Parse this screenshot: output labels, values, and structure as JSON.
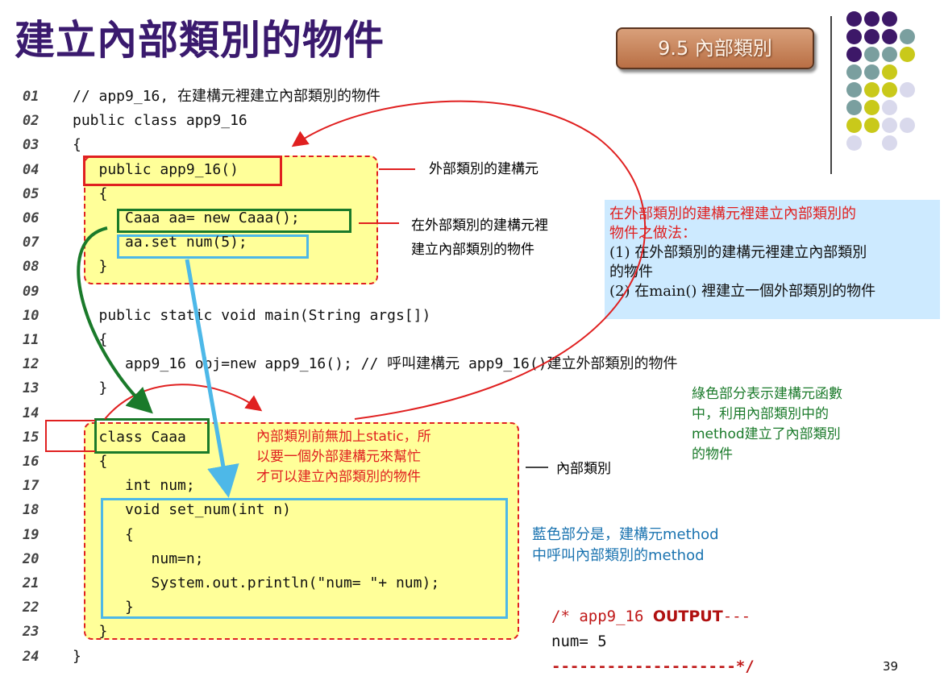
{
  "title": "建立內部類別的物件",
  "section_button": "9.5  內部類別",
  "page_number": "39",
  "colors": {
    "title": "#3a1a6e",
    "highlight_red": "#e02020",
    "highlight_green": "#1a7a2a",
    "highlight_blue": "#4db8e8",
    "code_bg": "#ffff99",
    "note_bg": "#cdeaff"
  },
  "code": {
    "lines": [
      {
        "num": "01",
        "text": "// app9_16, 在建構元裡建立內部類別的物件"
      },
      {
        "num": "02",
        "text": "public class app9_16"
      },
      {
        "num": "03",
        "text": "{"
      },
      {
        "num": "04",
        "text": "   public app9_16()"
      },
      {
        "num": "05",
        "text": "   {"
      },
      {
        "num": "06",
        "text": "      Caaa aa= new Caaa();"
      },
      {
        "num": "07",
        "text": "      aa.set num(5);"
      },
      {
        "num": "08",
        "text": "   }"
      },
      {
        "num": "09",
        "text": ""
      },
      {
        "num": "10",
        "text": "   public static void main(String args[])"
      },
      {
        "num": "11",
        "text": "   {"
      },
      {
        "num": "12",
        "text": "      app9_16 obj=new app9_16(); // 呼叫建構元 app9_16()建立外部類別的物件"
      },
      {
        "num": "13",
        "text": "   }"
      },
      {
        "num": "14",
        "text": ""
      },
      {
        "num": "15",
        "text": "   class Caaa"
      },
      {
        "num": "16",
        "text": "   {"
      },
      {
        "num": "17",
        "text": "      int num;"
      },
      {
        "num": "18",
        "text": "      void set_num(int n)"
      },
      {
        "num": "19",
        "text": "      {"
      },
      {
        "num": "20",
        "text": "         num=n;"
      },
      {
        "num": "21",
        "text": "         System.out.println(\"num= \"+ num);"
      },
      {
        "num": "22",
        "text": "      }"
      },
      {
        "num": "23",
        "text": "   }"
      },
      {
        "num": "24",
        "text": "}"
      }
    ]
  },
  "annotations": {
    "outer_constructor": "外部類別的建構元",
    "create_in_constructor_1": "在外部類別的建構元裡",
    "create_in_constructor_2": "建立內部類別的物件",
    "inner_class": "內部類別",
    "no_static_1": "內部類別前無加上static，所",
    "no_static_2": "以要一個外部建構元來幫忙",
    "no_static_3": "才可以建立內部類別的物件",
    "green_note_1": "綠色部分表示建構元函數",
    "green_note_2": "中，利用內部類別中的",
    "green_note_3": "method建立了內部類別",
    "green_note_4": "的物件",
    "blue_note_1": "藍色部分是，建構元method",
    "blue_note_2": "中呼叫內部類別的method"
  },
  "note_box": {
    "line1": "在外部類別的建構元裡建立內部類別的",
    "line2": "物件之做法：",
    "line3": "(1) 在外部類別的建構元裡建立內部類別",
    "line4": "的物件",
    "line5": "(2) 在main() 裡建立一個外部類別的物件"
  },
  "output": {
    "line1_prefix": "/* app9_16 ",
    "line1_bold": "OUTPUT",
    "line1_suffix": "---",
    "line2": "num= 5",
    "line3": "--------------------*/"
  },
  "icons": [
    "decorative-dot-grid-icon"
  ]
}
